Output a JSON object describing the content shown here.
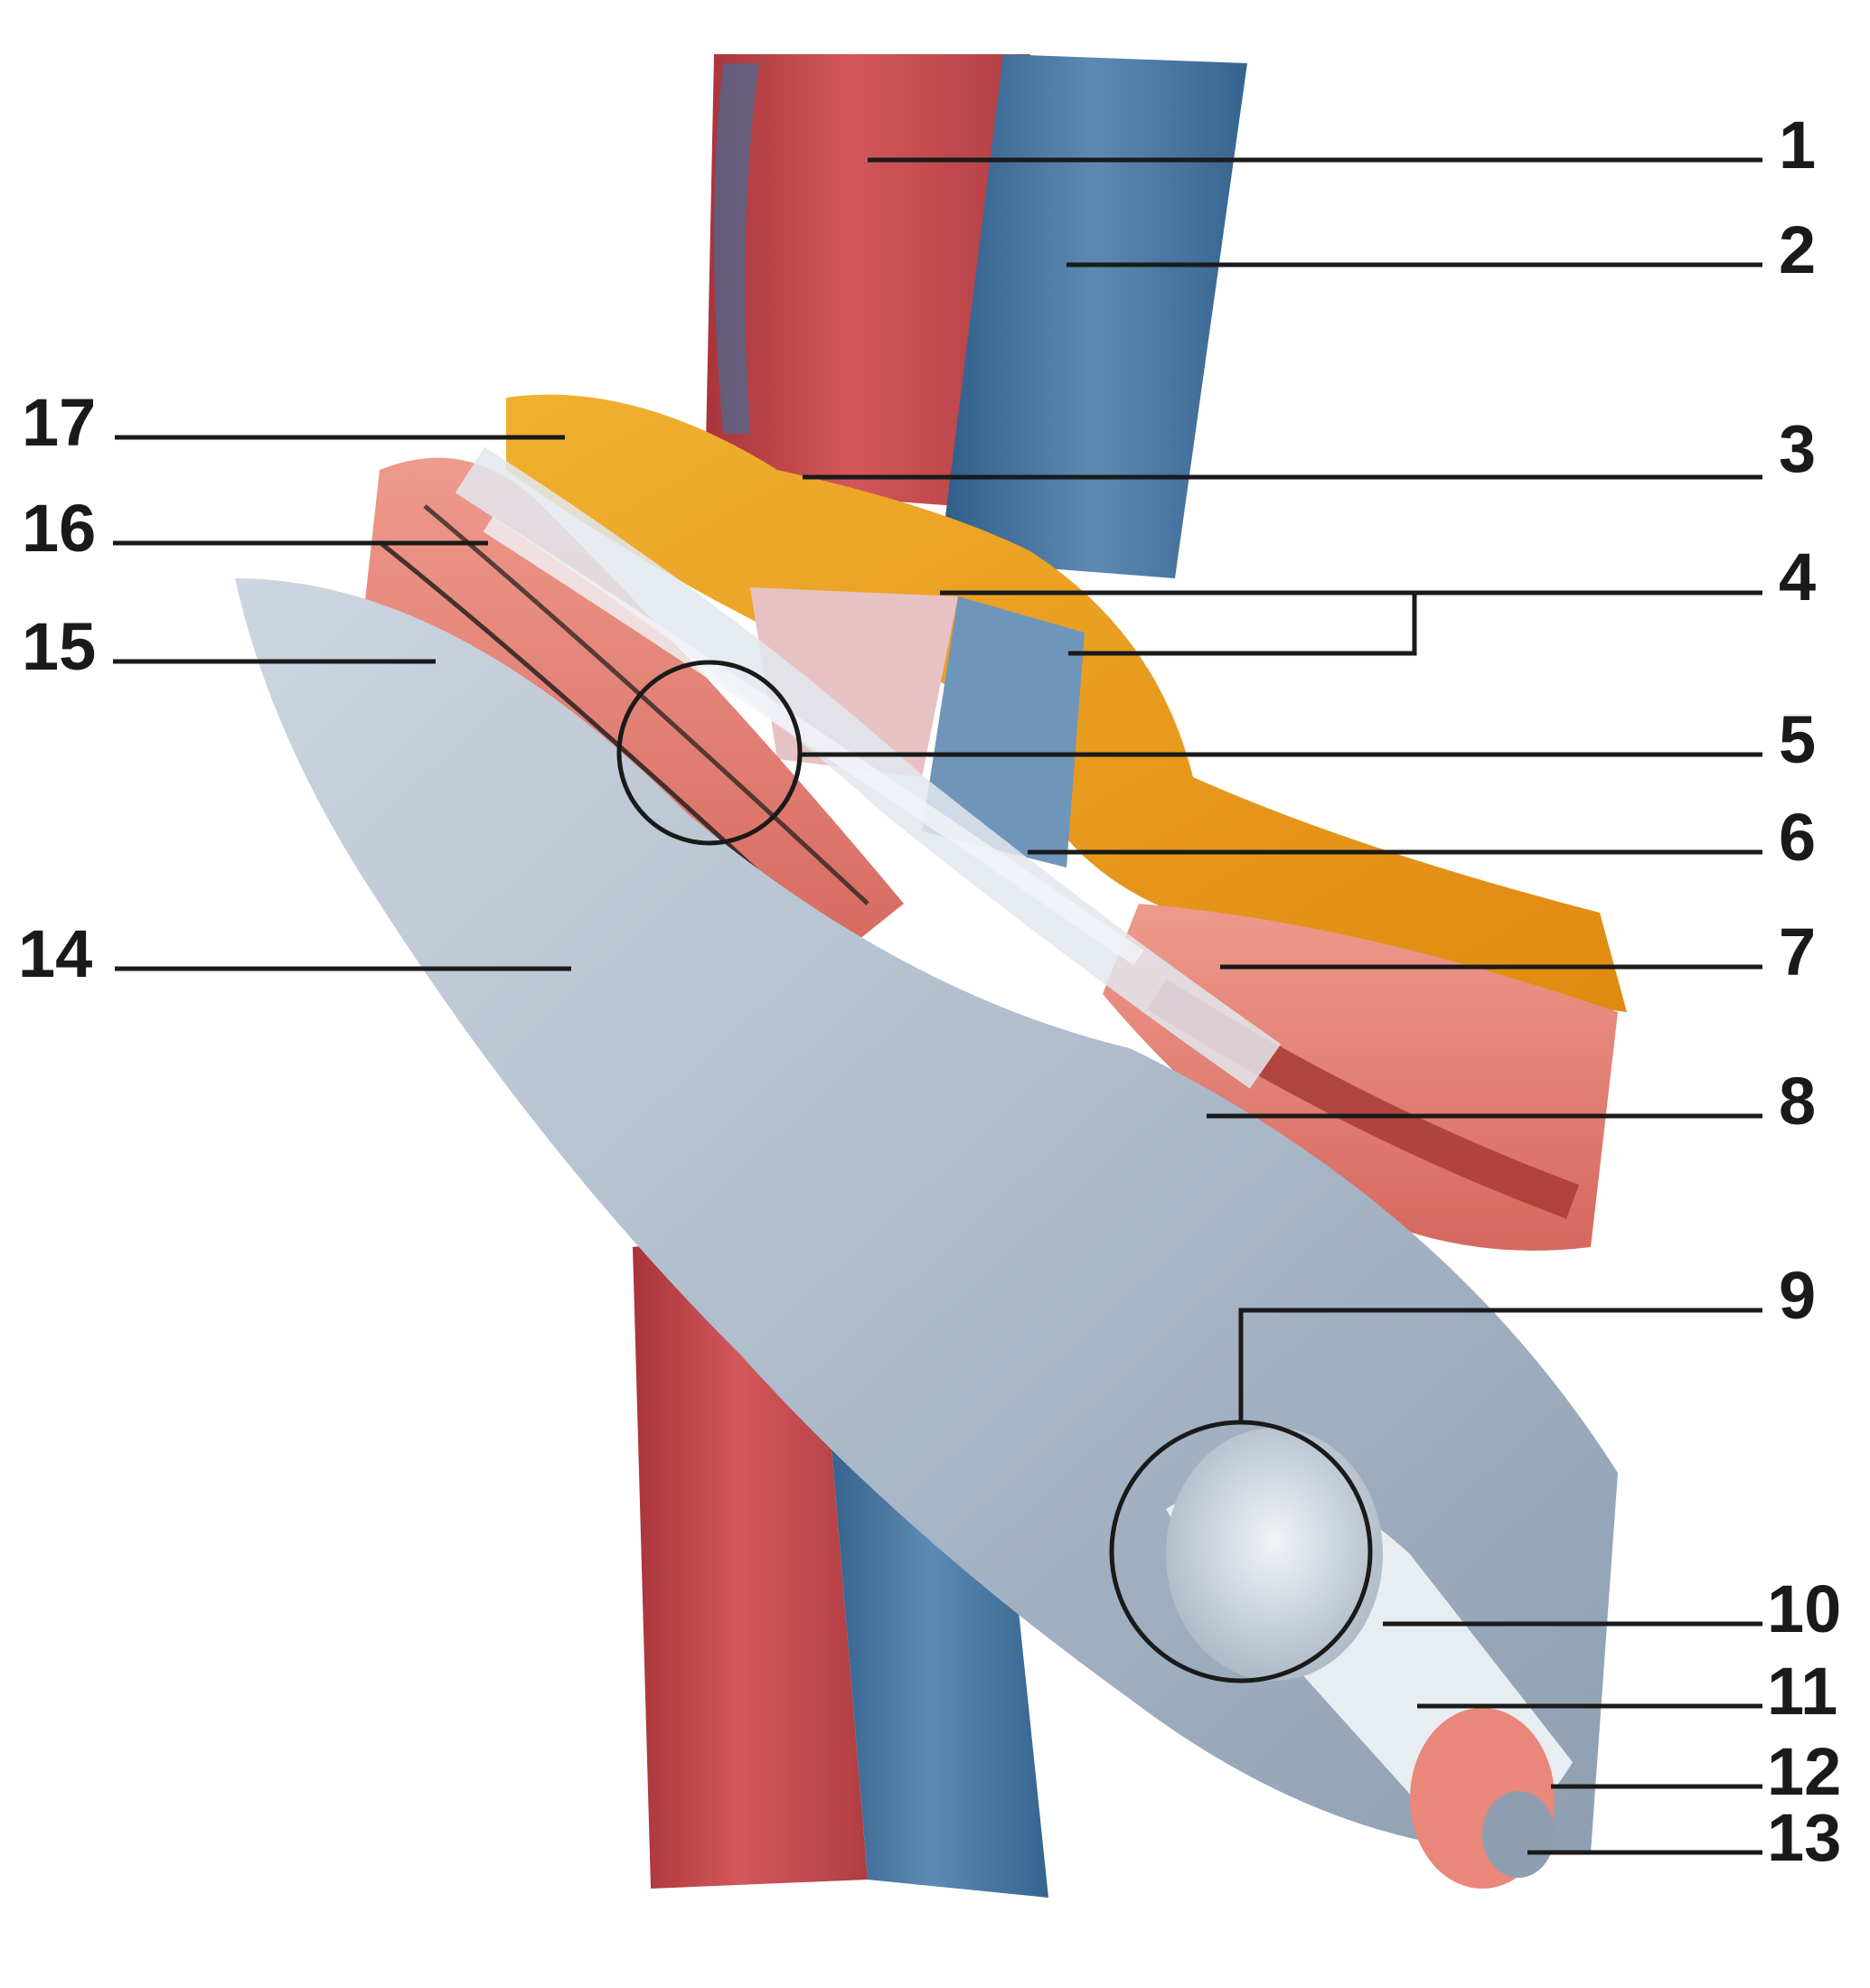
{
  "labels": {
    "l1": "1",
    "l2": "2",
    "l3": "3",
    "l4": "4",
    "l5": "5",
    "l6": "6",
    "l7": "7",
    "l8": "8",
    "l9": "9",
    "l10": "10",
    "l11": "11",
    "l12": "12",
    "l13": "13",
    "l14": "14",
    "l15": "15",
    "l16": "16",
    "l17": "17"
  },
  "colors": {
    "artery": "#c2454a",
    "artery_highlight": "#e8797a",
    "vein": "#3f6f9b",
    "vein_highlight": "#7fa6c8",
    "fat": "#e79a18",
    "muscle": "#e8877a",
    "muscle_dark": "#a93a37",
    "fascia": "#b9c6d3",
    "fascia_light": "#dde4ec",
    "line": "#1a1a1a"
  }
}
